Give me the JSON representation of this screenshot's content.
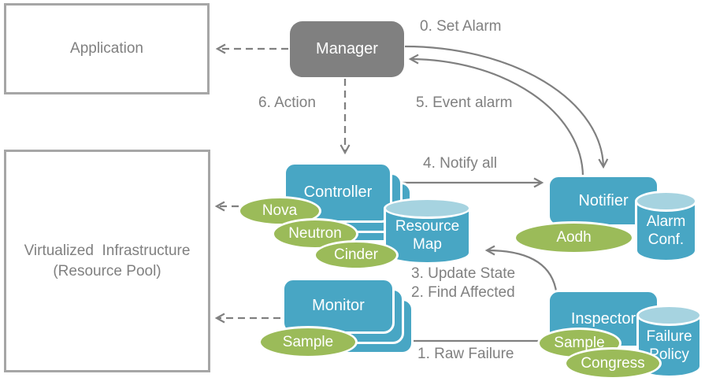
{
  "colors": {
    "node_blue": "#48a6c4",
    "cylinder_top_blue": "#a6d3e0",
    "component_green": "#9bbb59",
    "manager_gray": "#808080",
    "label_gray": "#808080",
    "box_border_gray": "#a6a6a6",
    "arrow_gray": "#808080"
  },
  "outer_boxes": {
    "application": {
      "label": "Application"
    },
    "virtualized_infrastructure": {
      "line1": "Virtualized  Infrastructure",
      "line2": "(Resource Pool)"
    }
  },
  "nodes": {
    "manager": {
      "label": "Manager"
    },
    "controller": {
      "label": "Controller"
    },
    "monitor": {
      "label": "Monitor"
    },
    "notifier": {
      "label": "Notifier"
    },
    "inspector": {
      "label": "Inspector"
    }
  },
  "datastores": {
    "resource_map": {
      "line1": "Resource",
      "line2": "Map"
    },
    "alarm_conf": {
      "line1": "Alarm",
      "line2": "Conf."
    },
    "failure_policy": {
      "line1": "Failure",
      "line2": "Policy"
    }
  },
  "components": {
    "nova": {
      "label": "Nova"
    },
    "neutron": {
      "label": "Neutron"
    },
    "cinder": {
      "label": "Cinder"
    },
    "monitor_sample": {
      "label": "Sample"
    },
    "aodh": {
      "label": "Aodh"
    },
    "inspector_sample": {
      "label": "Sample"
    },
    "congress": {
      "label": "Congress"
    }
  },
  "flow_labels": {
    "step0": "0. Set Alarm",
    "step1": "1. Raw Failure",
    "step2": "2. Find Affected",
    "step3": "3. Update State",
    "step4": "4. Notify all",
    "step5": "5. Event alarm",
    "step6": "6. Action"
  }
}
